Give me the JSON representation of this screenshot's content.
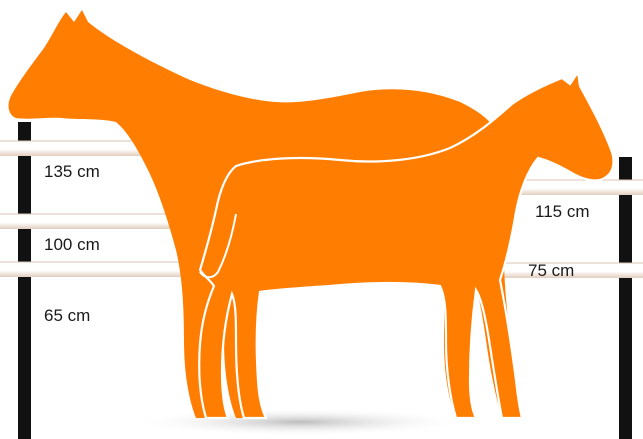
{
  "colors": {
    "horse_fill": "#ff7d00",
    "foal_outline": "#ffffff",
    "post": "#111111",
    "rail": "#ffffff",
    "rail_shadow": "#e9d6c8",
    "ground_shadow": "#bfbfbf"
  },
  "left_fence": {
    "labels": [
      "135 cm",
      "100 cm",
      "65 cm"
    ]
  },
  "right_fence": {
    "labels": [
      "115 cm",
      "75 cm"
    ]
  },
  "figures": {
    "adult": "adult-horse-silhouette",
    "foal": "foal-silhouette"
  }
}
